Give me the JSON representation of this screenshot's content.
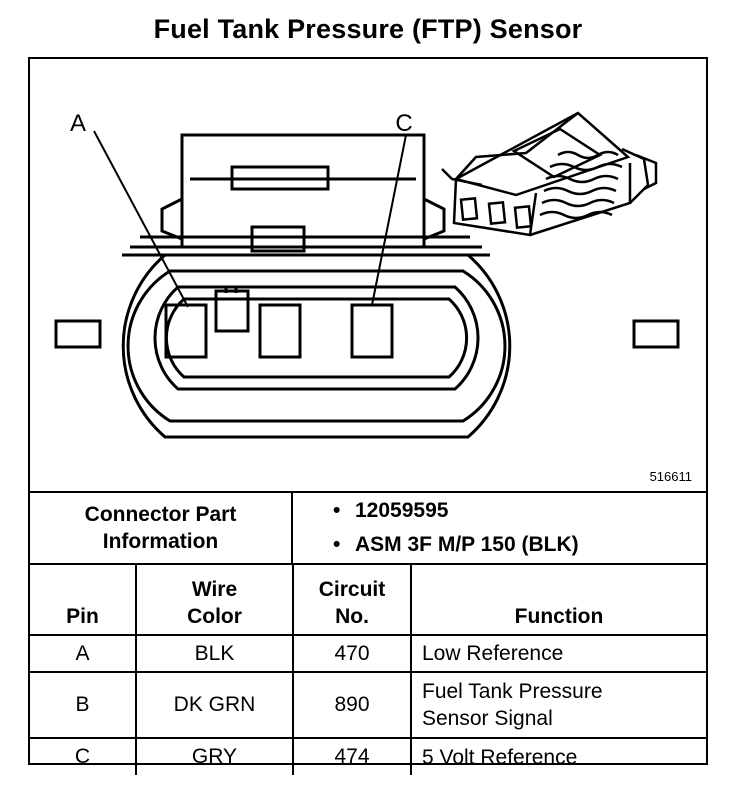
{
  "title": "Fuel Tank Pressure (FTP) Sensor",
  "diagram": {
    "pin_label_a": "A",
    "pin_label_c": "C",
    "figure_id": "516611"
  },
  "connector_part": {
    "label_line1": "Connector Part",
    "label_line2": "Information",
    "values": [
      "12059595",
      "ASM 3F M/P 150 (BLK)"
    ]
  },
  "table": {
    "headers": {
      "pin": "Pin",
      "wire_line1": "Wire",
      "wire_line2": "Color",
      "circuit_line1": "Circuit",
      "circuit_line2": "No.",
      "function": "Function"
    },
    "rows": [
      {
        "pin": "A",
        "wire": "BLK",
        "circuit": "470",
        "function_line1": "Low Reference",
        "function_line2": ""
      },
      {
        "pin": "B",
        "wire": "DK GRN",
        "circuit": "890",
        "function_line1": "Fuel Tank Pressure",
        "function_line2": "Sensor Signal"
      },
      {
        "pin": "C",
        "wire": "GRY",
        "circuit": "474",
        "function_line1": "5 Volt Reference",
        "function_line2": ""
      }
    ]
  }
}
